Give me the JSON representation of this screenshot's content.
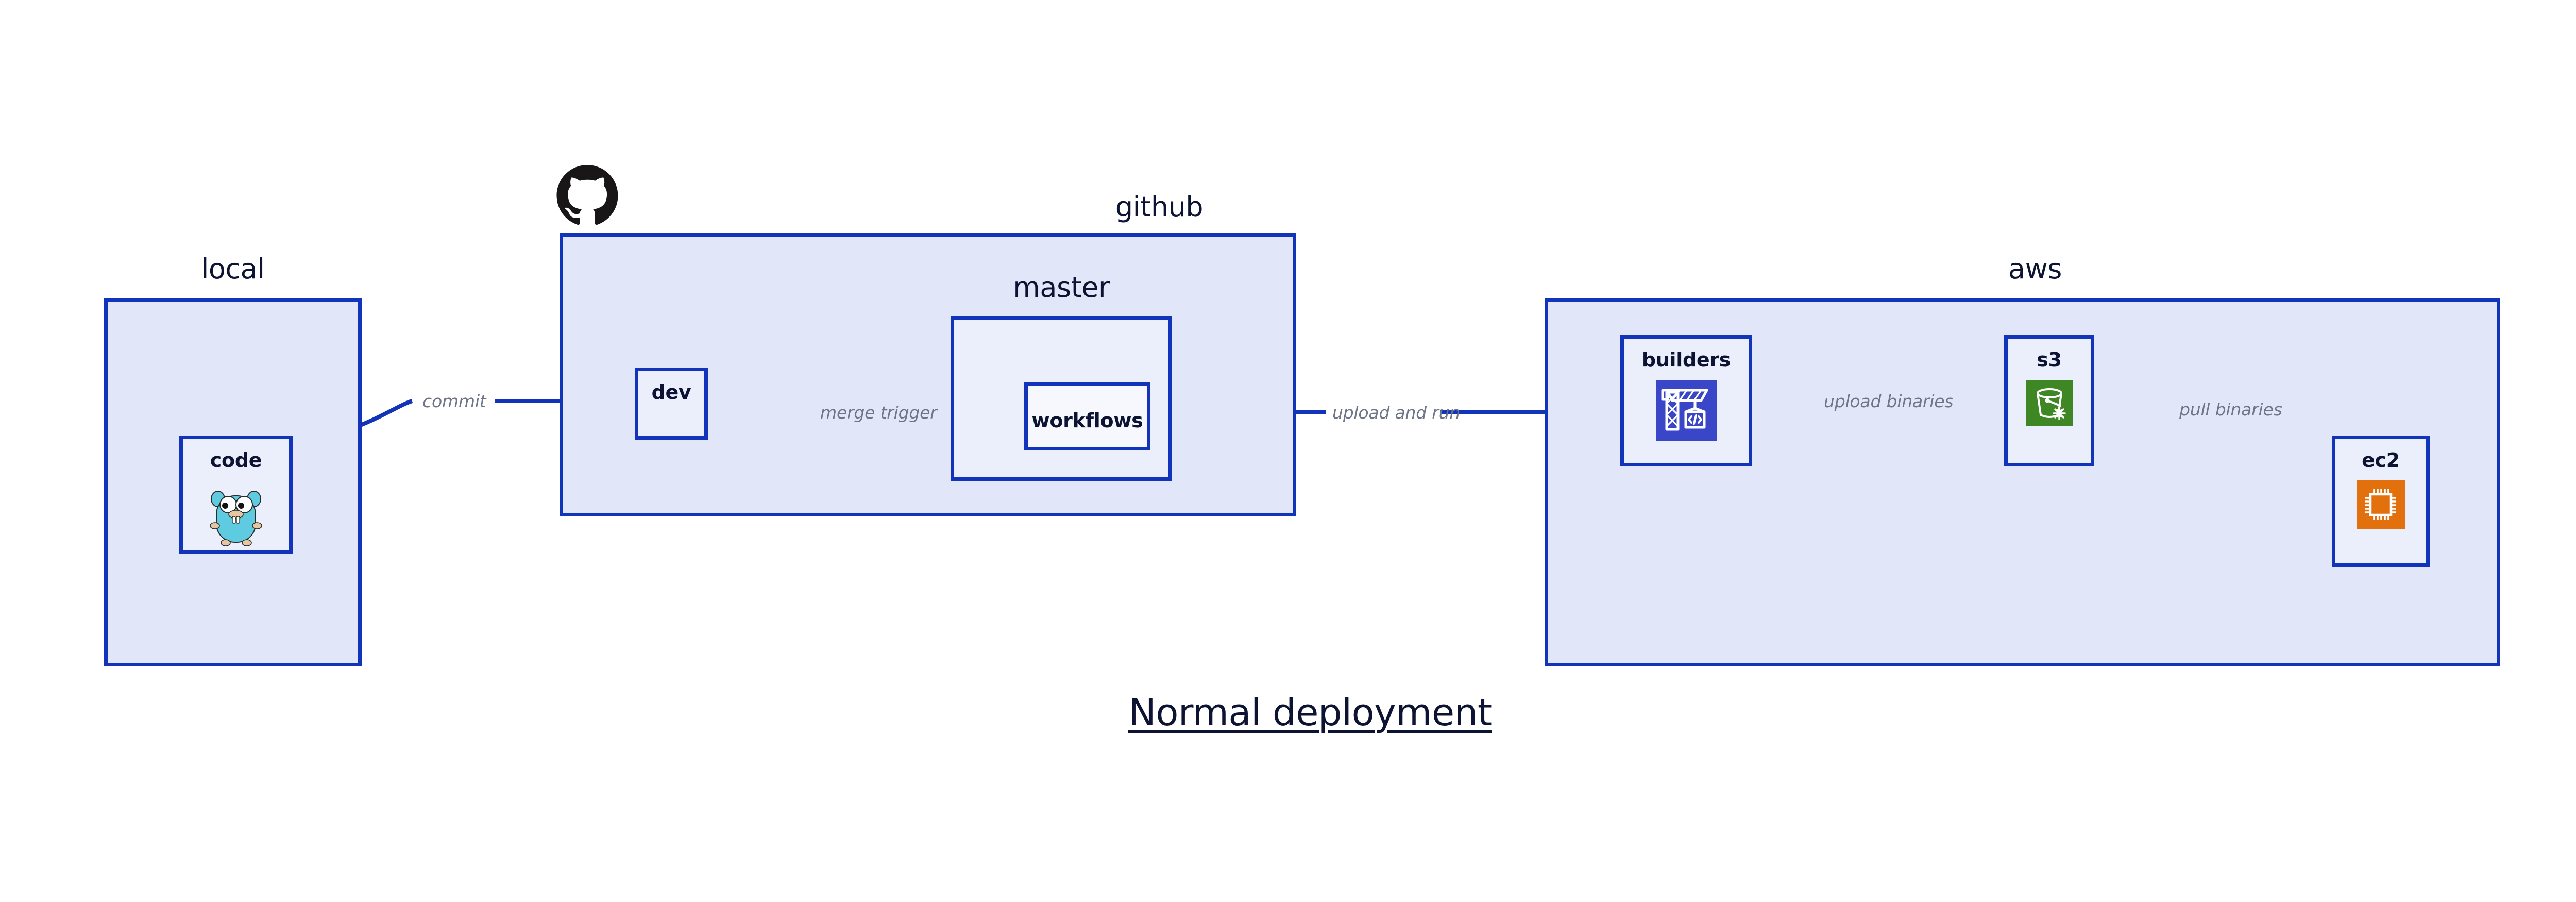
{
  "diagram": {
    "title": "Normal deployment",
    "theme": {
      "group_fill": "#E1E6F9",
      "node_fill": "#EBEFFB",
      "border": "#1234BA",
      "edge_line": "#1234BA",
      "edge_label_text": "#6F7486",
      "node_text": "#0D1333",
      "background": "#FFFFFF",
      "builders_icon_bg": "#3A46C8",
      "s3_icon_bg": "#3F8624",
      "ec2_icon_bg": "#E2700D",
      "gopher_body": "#5FCBE0",
      "github_mark": "#181616"
    }
  },
  "groups": [
    {
      "id": "local",
      "label": "local"
    },
    {
      "id": "github",
      "label": "github"
    },
    {
      "id": "master",
      "label": "master"
    },
    {
      "id": "aws",
      "label": "aws"
    }
  ],
  "nodes": [
    {
      "id": "code",
      "label": "code",
      "icon": "go-gopher-icon"
    },
    {
      "id": "dev",
      "label": "dev",
      "icon": "none"
    },
    {
      "id": "workflows",
      "label": "workflows",
      "icon": "none"
    },
    {
      "id": "builders",
      "label": "builders",
      "icon": "crane-code-icon"
    },
    {
      "id": "s3",
      "label": "s3",
      "icon": "s3-bucket-icon"
    },
    {
      "id": "ec2",
      "label": "ec2",
      "icon": "cpu-chip-icon"
    }
  ],
  "edges": [
    {
      "id": "commit",
      "label": "commit",
      "from": "code",
      "to": "dev"
    },
    {
      "id": "merge-trigger",
      "label": "merge trigger",
      "from": "dev",
      "to": "workflows"
    },
    {
      "id": "upload-and-run",
      "label": "upload and run",
      "from": "workflows",
      "to": "builders"
    },
    {
      "id": "upload-binaries",
      "label": "upload binaries",
      "from": "builders",
      "to": "s3"
    },
    {
      "id": "pull-binaries",
      "label": "pull binaries",
      "from": "s3",
      "to": "ec2"
    }
  ]
}
